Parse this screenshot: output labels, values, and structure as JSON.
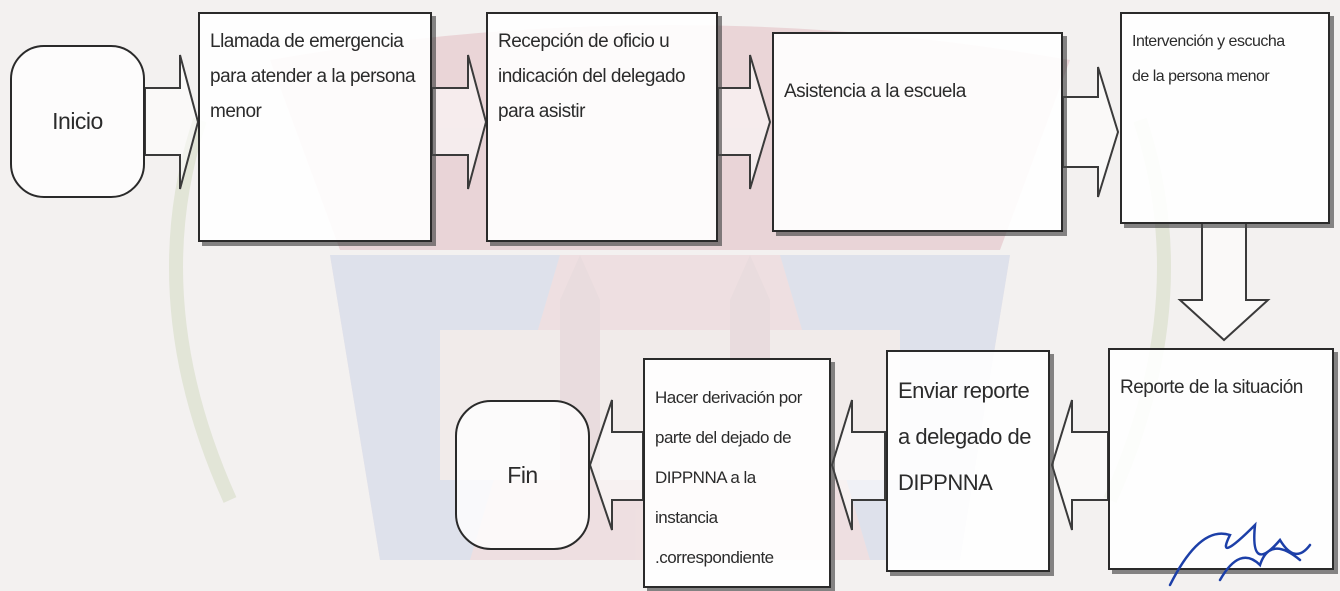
{
  "diagram": {
    "nodes": {
      "inicio": "Inicio",
      "llamada": "Llamada de emergencia\npara atender a la persona\nmenor",
      "recepcion": "Recepción  de  oficio  u\nindicación  del  delegado\npara asistir",
      "asistencia": "Asistencia a la escuela",
      "intervencion": "Intervención  y  escucha\nde la persona menor",
      "reporte": "Reporte de la situación",
      "enviar": "Enviar reporte\na delegado de\nDIPPNNA",
      "derivacion": "Hacer derivación por\nparte del dejado de\nDIPPNNA a la instancia\n.correspondiente",
      "fin": "Fin"
    },
    "edges": [
      [
        "inicio",
        "llamada"
      ],
      [
        "llamada",
        "recepcion"
      ],
      [
        "recepcion",
        "asistencia"
      ],
      [
        "asistencia",
        "intervencion"
      ],
      [
        "intervencion",
        "reporte"
      ],
      [
        "reporte",
        "enviar"
      ],
      [
        "enviar",
        "derivacion"
      ],
      [
        "derivacion",
        "fin"
      ]
    ],
    "colors": {
      "stroke": "#2a2a2a",
      "text": "#2b2b2b",
      "watermark_red": "#c98a96",
      "watermark_blue": "#9fb3d6",
      "signature_blue": "#1c3fa8"
    }
  }
}
